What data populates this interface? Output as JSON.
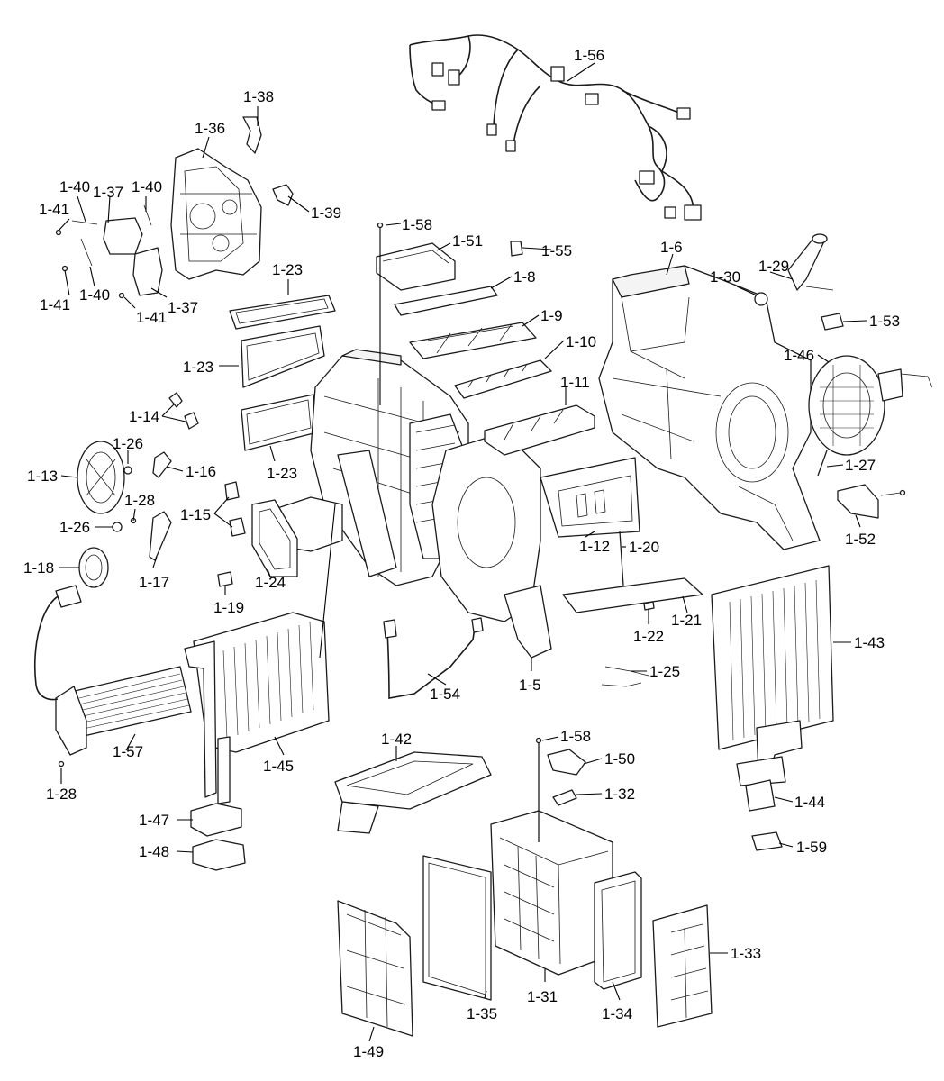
{
  "colors": {
    "line": "#1a1a1a",
    "background": "#ffffff"
  },
  "callouts": {
    "c1_56": "1-56",
    "c1_38": "1-38",
    "c1_36": "1-36",
    "c1_39": "1-39",
    "c1_40a": "1-40",
    "c1_37a": "1-37",
    "c1_40b": "1-40",
    "c1_41a": "1-41",
    "c1_41b": "1-41",
    "c1_40c": "1-40",
    "c1_37b": "1-37",
    "c1_41c": "1-41",
    "c1_58a": "1-58",
    "c1_51": "1-51",
    "c1_55": "1-55",
    "c1_6": "1-6",
    "c1_8": "1-8",
    "c1_23a": "1-23",
    "c1_29": "1-29",
    "c1_30": "1-30",
    "c1_9": "1-9",
    "c1_53": "1-53",
    "c1_10": "1-10",
    "c1_23b": "1-23",
    "c1_46": "1-46",
    "c1_11": "1-11",
    "c1_14": "1-14",
    "c1_26a": "1-26",
    "c1_13": "1-13",
    "c1_16": "1-16",
    "c1_23c": "1-23",
    "c1_27": "1-27",
    "c1_28a": "1-28",
    "c1_15": "1-15",
    "c1_26b": "1-26",
    "c1_52": "1-52",
    "c1_12": "1-12",
    "c1_20": "1-20",
    "c1_18": "1-18",
    "c1_24": "1-24",
    "c1_17": "1-17",
    "c1_19": "1-19",
    "c1_21": "1-21",
    "c1_43": "1-43",
    "c1_22": "1-22",
    "c1_25": "1-25",
    "c1_54": "1-54",
    "c1_5": "1-5",
    "c1_58b": "1-58",
    "c1_42": "1-42",
    "c1_57": "1-57",
    "c1_45": "1-45",
    "c1_50": "1-50",
    "c1_28b": "1-28",
    "c1_32": "1-32",
    "c1_44": "1-44",
    "c1_47": "1-47",
    "c1_59": "1-59",
    "c1_48": "1-48",
    "c1_33": "1-33",
    "c1_31": "1-31",
    "c1_35": "1-35",
    "c1_34": "1-34",
    "c1_49": "1-49"
  }
}
